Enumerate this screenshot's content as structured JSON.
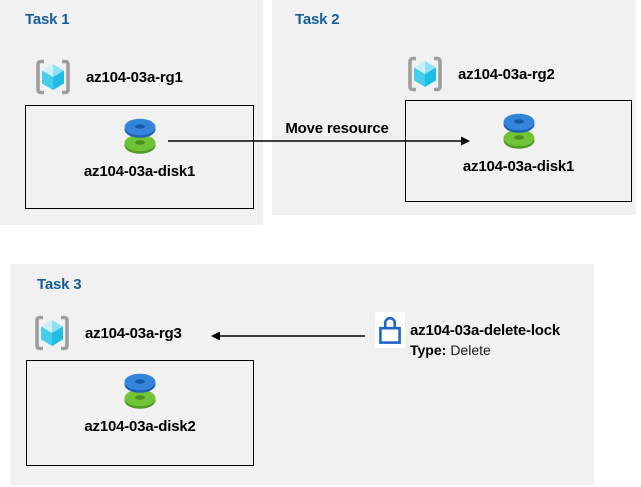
{
  "diagram": {
    "tasks": [
      {
        "label": "Task 1",
        "resource_group": "az104-03a-rg1",
        "disk": "az104-03a-disk1"
      },
      {
        "label": "Task 2",
        "resource_group": "az104-03a-rg2",
        "disk": "az104-03a-disk1"
      },
      {
        "label": "Task 3",
        "resource_group": "az104-03a-rg3",
        "disk": "az104-03a-disk2"
      }
    ],
    "move_label": "Move resource",
    "lock": {
      "name": "az104-03a-delete-lock",
      "type_label": "Type:",
      "type_value": "Delete"
    },
    "colors": {
      "panel_bg": "#f1f1f1",
      "task_heading": "#155d9d",
      "box_border": "#000000",
      "arrow": "#000000",
      "lock_outline": "#2066c9",
      "bracket_gray": "#9e9e9e",
      "cube_light": "#c9f0f9",
      "cube_mid": "#8ce3f5",
      "cube_face_l": "#45cdec",
      "cube_face_r": "#1fbde4",
      "disk_blue": "#3584dc",
      "disk_blue_dark": "#1e63b8",
      "disk_blue_hole": "#155aa8",
      "disk_green": "#70c236",
      "disk_green_dark": "#539926",
      "disk_green_hole": "#4a8f20"
    }
  }
}
